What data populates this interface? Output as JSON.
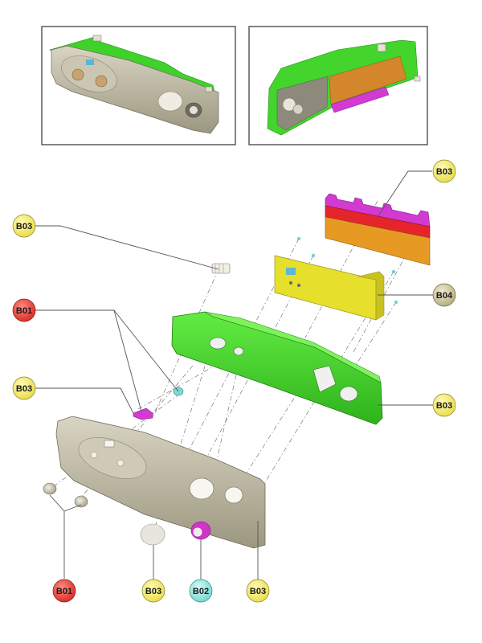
{
  "colors": {
    "yellow_badge": "#f4ec6e",
    "red_badge": "#e03c35",
    "cyan_badge": "#8fe0dc",
    "olive_badge": "#c9c49a",
    "bezel_grey": "#bdb7a4",
    "chassis_green": "#44d62c",
    "board_yellow": "#e6df2c",
    "connector_magenta": "#d23ad2",
    "connector_orange": "#e69a24",
    "connector_red": "#e5252b",
    "knob_magenta": "#d234c8",
    "cap_light": "#e8e6dc"
  },
  "callouts": [
    {
      "id": "b03-top-right",
      "label": "B03",
      "color": "yellow"
    },
    {
      "id": "b03-upper-left",
      "label": "B03",
      "color": "yellow"
    },
    {
      "id": "b04-right",
      "label": "B04",
      "color": "olive"
    },
    {
      "id": "b01-left",
      "label": "B01",
      "color": "red"
    },
    {
      "id": "b03-mid-left",
      "label": "B03",
      "color": "yellow"
    },
    {
      "id": "b03-mid-right",
      "label": "B03",
      "color": "yellow"
    },
    {
      "id": "b01-bottom",
      "label": "B01",
      "color": "red"
    },
    {
      "id": "b03-bottom-1",
      "label": "B03",
      "color": "yellow"
    },
    {
      "id": "b02-bottom",
      "label": "B02",
      "color": "cyan"
    },
    {
      "id": "b03-bottom-2",
      "label": "B03",
      "color": "yellow"
    }
  ]
}
